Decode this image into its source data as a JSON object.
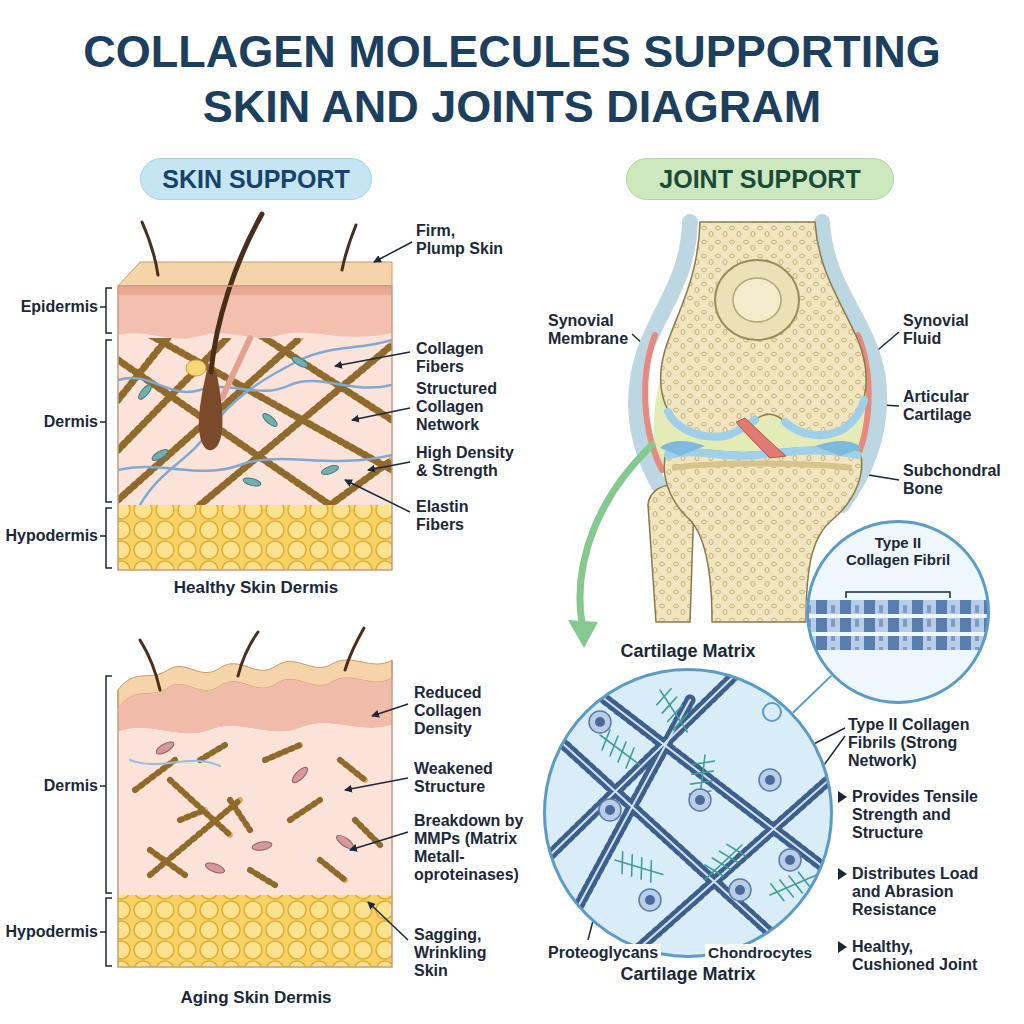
{
  "diagram": {
    "title": "COLLAGEN MOLECULES SUPPORTING SKIN AND JOINTS DIAGRAM",
    "nodes": [
      {
        "text": [
          "SKIN SUPPORT"
        ]
      },
      {
        "text": [
          "JOINT SUPPORT"
        ]
      },
      {
        "text": [
          "Cartilage Matrix",
          "Cartilage Matrix"
        ]
      },
      {
        "text": [
          "Type II Collagen Fibril"
        ]
      }
    ],
    "edges": [
      {
        "from": 2,
        "to": 3,
        "arrow": "none"
      }
    ],
    "labels": [
      "Epidermis",
      "Dermis",
      "Hypodermis",
      "Firm, Plump Skin",
      "Collagen Fibers",
      "Structured Collagen Network",
      "High Density & Strength",
      "Elastin Fibers",
      "Healthy Skin Dermis",
      "Dermis",
      "Hypodermis",
      "Reduced Collagen Density",
      "Weakened Structure",
      "Breakdown by MMPs (Matrix Metall- oproteinases)",
      "Sagging, Wrinkling Skin",
      "Aging Skin Dermis",
      "Synovial Membrane",
      "Synovial Fluid",
      "Articular Cartilage",
      "Subchondral Bone",
      "Type II Collagen Fibrils (Strong Network)",
      "Provides Tensile Strength and Structure",
      "Distributes Load and Abrasion Resistance",
      "Healthy, Cushioned Joint",
      "Proteoglycans",
      "Chondrocytes"
    ]
  }
}
